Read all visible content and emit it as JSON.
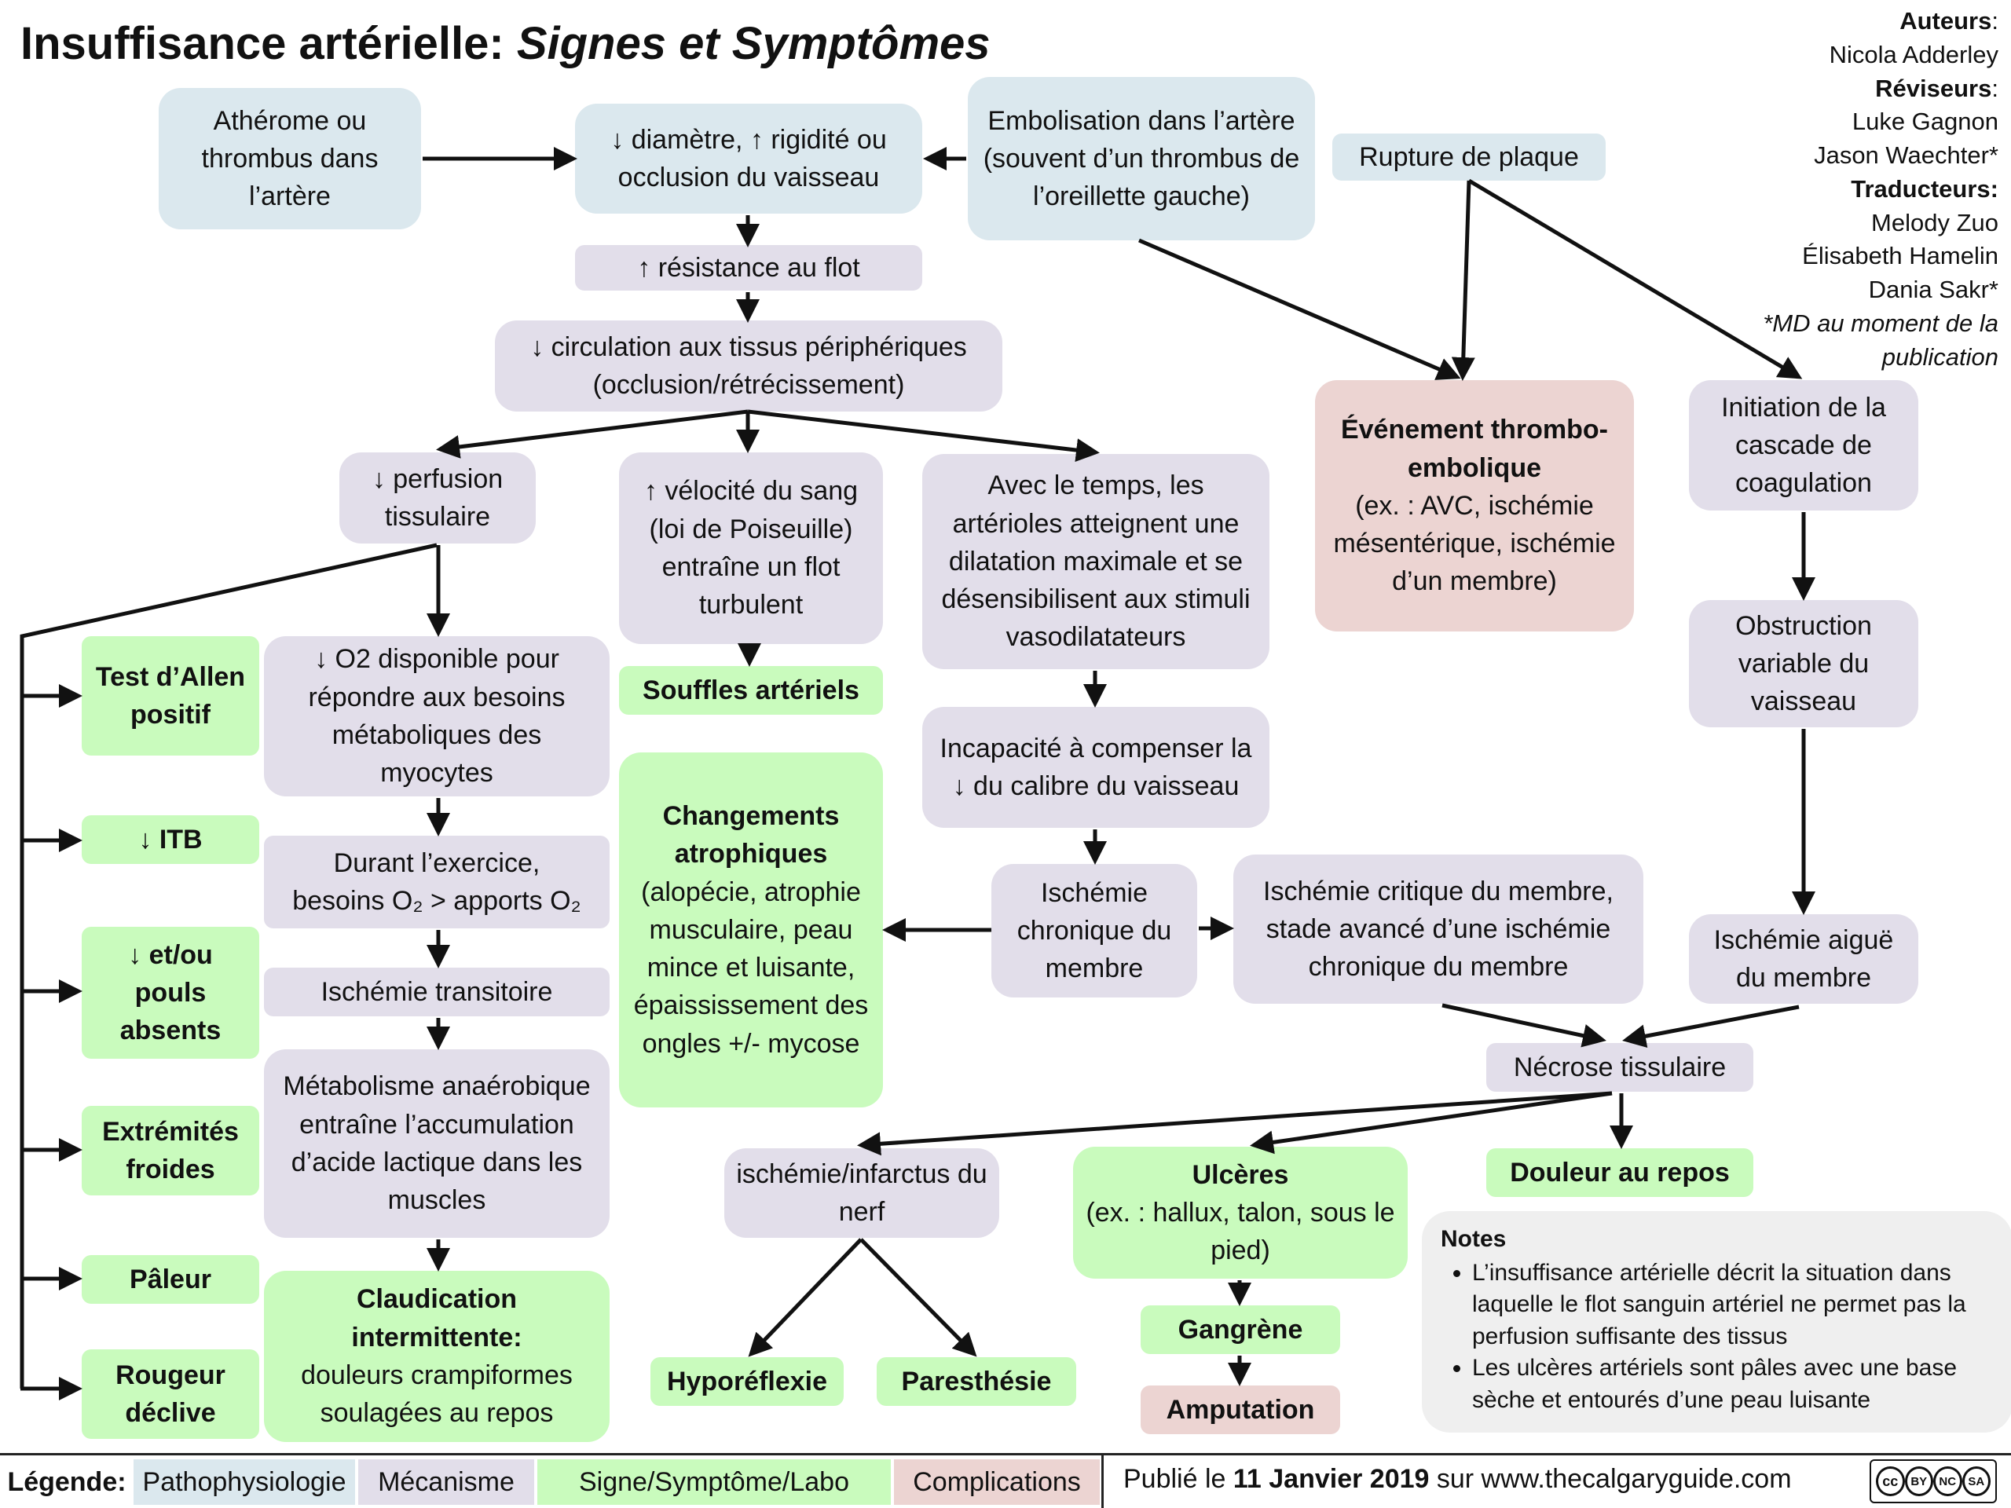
{
  "title": {
    "main": "Insuffisance artérielle:",
    "sub": "Signes et Symptômes"
  },
  "credits": {
    "authors_h": "Auteurs",
    "authors": [
      "Nicola Adderley"
    ],
    "reviewers_h": "Réviseurs",
    "reviewers": [
      "Luke Gagnon",
      "Jason Waechter*"
    ],
    "translators_h": "Traducteurs:",
    "translators": [
      "Melody Zuo",
      "Élisabeth Hamelin",
      "Dania Sakr*"
    ],
    "md_note": "*MD au moment de la publication"
  },
  "nodes": {
    "atherome": "Athérome ou thrombus dans l’artère",
    "diametre": "↓ diamètre, ↑ rigidité ou occlusion du vaisseau",
    "embolisation": "Embolisation dans l’artère (souvent d’un thrombus de l’oreillette gauche)",
    "rupture": "Rupture de plaque",
    "resistance": "↑ résistance au flot",
    "circulation": "↓ circulation aux tissus périphériques (occlusion/rétrécissement)",
    "perfusion": "↓ perfusion tissulaire",
    "velocite": "↑ vélocité du sang (loi de Poiseuille) entraîne un flot turbulent",
    "arterioles": "Avec le temps, les artérioles atteignent une dilatation maximale et se désensibilisent aux stimuli vasodilatateurs",
    "thrombo_title": "Événement thrombo-embolique",
    "thrombo_body": "(ex. : AVC, ischémie mésentérique, ischémie d’un membre)",
    "initiation": "Initiation de la cascade de coagulation",
    "obstruction": "Obstruction variable du vaisseau",
    "test_allen": "Test d’Allen positif",
    "itb": "↓ ITB",
    "pouls": "↓ et/ou pouls absents",
    "extremites": "Extrémités froides",
    "paleur": "Pâleur",
    "rougeur": "Rougeur déclive",
    "o2": "↓ O2 disponible pour répondre aux besoins métaboliques des myocytes",
    "exercice_l1": "Durant l’exercice,",
    "exercice_l2": "besoins O₂ > apports O₂",
    "transitoire": "Ischémie transitoire",
    "metabolisme": "Métabolisme anaérobique entraîne l’accumulation d’acide lactique dans les muscles",
    "claud_title": "Claudication intermittente:",
    "claud_body": "douleurs crampiformes soulagées au repos",
    "souffles": "Souffles artériels",
    "atro_title": "Changements atrophiques",
    "atro_body": "(alopécie, atrophie musculaire, peau mince et luisante, épaississement des ongles +/- mycose",
    "incapacite": "Incapacité à compenser la ↓ du calibre du vaisseau",
    "chronique": "Ischémie chronique du membre",
    "critique": "Ischémie critique du membre, stade avancé d’une ischémie chronique du membre",
    "aigue": "Ischémie aiguë du membre",
    "necrose": "Nécrose tissulaire",
    "nerf": "ischémie/infarctus du nerf",
    "ulceres_title": "Ulcères",
    "ulceres_body": "(ex. : hallux, talon, sous le pied)",
    "douleur": "Douleur au repos",
    "hypo": "Hyporéflexie",
    "paresthesie": "Paresthésie",
    "gangrene": "Gangrène",
    "amputation": "Amputation"
  },
  "notes": {
    "title": "Notes",
    "items": [
      "L’insuffisance artérielle décrit la situation dans laquelle le flot sanguin artériel ne permet pas la perfusion suffisante des tissus",
      "Les ulcères artériels sont pâles avec une base sèche et entourés d’une peau luisante"
    ]
  },
  "legend": {
    "label": "Légende:",
    "items": [
      "Pathophysiologie",
      "Mécanisme",
      "Signe/Symptôme/Labo",
      "Complications"
    ]
  },
  "footer": {
    "pub_prefix": "Publié le ",
    "pub_date": "11 Janvier 2019",
    "pub_suffix": " sur www.thecalgaryguide.com"
  },
  "license": {
    "badges": [
      "cc",
      "BY",
      "NC",
      "SA"
    ]
  },
  "colors": {
    "pathophysiologie": "#dbe8ee",
    "mecanisme": "#e2deea",
    "signe": "#c9fbbd",
    "complications": "#ecd4d2"
  }
}
